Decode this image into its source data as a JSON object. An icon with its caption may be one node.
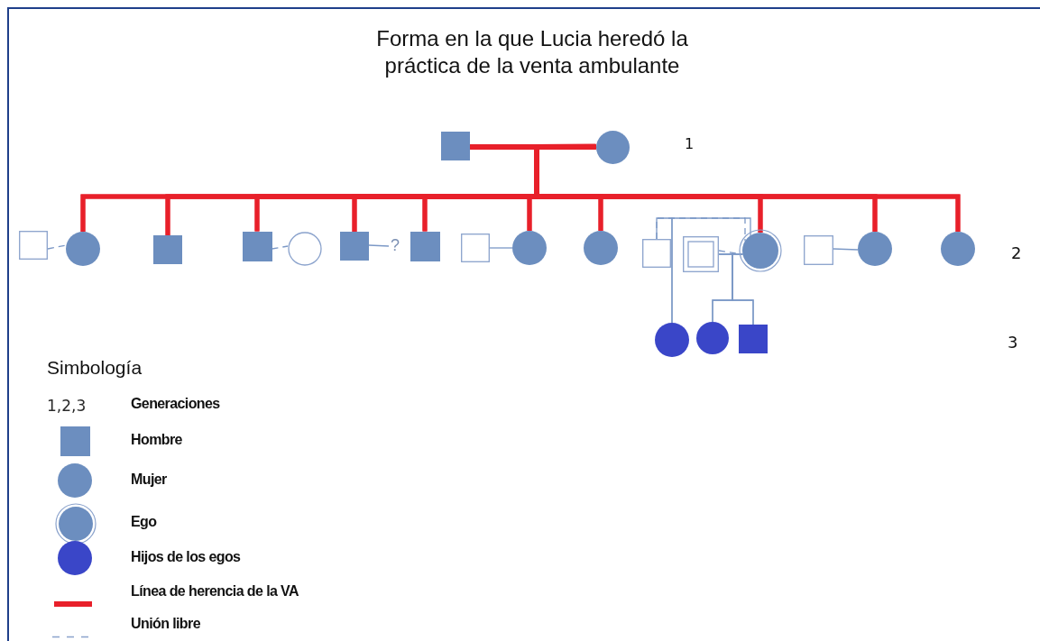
{
  "diagram": {
    "title": "Forma en la que Lucia heredó la práctica de la venta ambulante",
    "nodes": [
      {
        "text": [],
        "shape": "box"
      },
      {
        "text": [],
        "shape": "circle"
      },
      {
        "text": [],
        "shape": "box"
      },
      {
        "text": [],
        "shape": "circle"
      },
      {
        "text": [],
        "shape": "box"
      },
      {
        "text": [],
        "shape": "box"
      },
      {
        "text": [],
        "shape": "circle"
      },
      {
        "text": [],
        "shape": "box"
      },
      {
        "text": [
          "?"
        ]
      },
      {
        "text": [],
        "shape": "box"
      },
      {
        "text": [],
        "shape": "box"
      },
      {
        "text": [],
        "shape": "circle"
      },
      {
        "text": [],
        "shape": "circle"
      },
      {
        "text": [],
        "shape": "box"
      },
      {
        "text": [],
        "shape": "box"
      },
      {
        "text": [],
        "shape": "circle"
      },
      {
        "text": [],
        "shape": "box"
      },
      {
        "text": [],
        "shape": "circle"
      },
      {
        "text": [],
        "shape": "circle"
      },
      {
        "text": [],
        "shape": "circle"
      },
      {
        "text": [],
        "shape": "circle"
      },
      {
        "text": [],
        "shape": "box"
      }
    ],
    "edges": [
      {
        "from": 0,
        "to": 1,
        "arrow": "none"
      },
      {
        "from": 0,
        "to": 3,
        "arrow": "none"
      },
      {
        "from": 1,
        "to": 3,
        "arrow": "none"
      },
      {
        "from": 0,
        "to": 4,
        "arrow": "none"
      },
      {
        "from": 1,
        "to": 4,
        "arrow": "none"
      },
      {
        "from": 0,
        "to": 5,
        "arrow": "none"
      },
      {
        "from": 1,
        "to": 5,
        "arrow": "none"
      },
      {
        "from": 0,
        "to": 7,
        "arrow": "none"
      },
      {
        "from": 1,
        "to": 7,
        "arrow": "none"
      },
      {
        "from": 0,
        "to": 9,
        "arrow": "none"
      },
      {
        "from": 1,
        "to": 9,
        "arrow": "none"
      },
      {
        "from": 0,
        "to": 11,
        "arrow": "none"
      },
      {
        "from": 1,
        "to": 11,
        "arrow": "none"
      },
      {
        "from": 0,
        "to": 12,
        "arrow": "none"
      },
      {
        "from": 1,
        "to": 12,
        "arrow": "none"
      },
      {
        "from": 0,
        "to": 15,
        "arrow": "none"
      },
      {
        "from": 1,
        "to": 15,
        "arrow": "none"
      },
      {
        "from": 0,
        "to": 17,
        "arrow": "none"
      },
      {
        "from": 1,
        "to": 17,
        "arrow": "none"
      },
      {
        "from": 0,
        "to": 18,
        "arrow": "none"
      },
      {
        "from": 1,
        "to": 18,
        "arrow": "none"
      },
      {
        "from": 2,
        "to": 3,
        "arrow": "none",
        "style": "dashed",
        "color": "#7b98c6"
      },
      {
        "from": 5,
        "to": 6,
        "arrow": "none",
        "style": "dashed",
        "color": "#7b98c6"
      },
      {
        "from": 7,
        "to": 8,
        "arrow": "none",
        "color": "#7b98c6"
      },
      {
        "from": 10,
        "to": 11,
        "arrow": "none",
        "color": "#7b98c6"
      },
      {
        "from": 13,
        "to": 15,
        "arrow": "none",
        "style": "dashed",
        "color": "#7b98c6"
      },
      {
        "from": 14,
        "to": 15,
        "arrow": "none",
        "style": "dashed",
        "color": "#7b98c6"
      },
      {
        "from": 16,
        "to": 17,
        "arrow": "none",
        "color": "#7b98c6"
      },
      {
        "from": 13,
        "to": 19,
        "arrow": "none",
        "color": "#7b98c6"
      },
      {
        "from": 15,
        "to": 19,
        "arrow": "none",
        "color": "#7b98c6"
      },
      {
        "from": 14,
        "to": 20,
        "arrow": "none",
        "color": "#7b98c6"
      },
      {
        "from": 15,
        "to": 20,
        "arrow": "none",
        "color": "#7b98c6"
      },
      {
        "from": 14,
        "to": 21,
        "arrow": "none",
        "color": "#7b98c6"
      },
      {
        "from": 15,
        "to": 21,
        "arrow": "none",
        "color": "#7b98c6"
      }
    ],
    "labels": [
      "1",
      "2",
      "3",
      "Simbología",
      "1,2,3"
    ],
    "legend": [
      {
        "text": "Generaciones"
      },
      {
        "text": "Hombre"
      },
      {
        "text": "Mujer"
      },
      {
        "text": "Ego"
      },
      {
        "text": "Hijos de los egos"
      },
      {
        "text": "Línea de herencia de la VA"
      },
      {
        "text": "Unión libre"
      }
    ]
  }
}
